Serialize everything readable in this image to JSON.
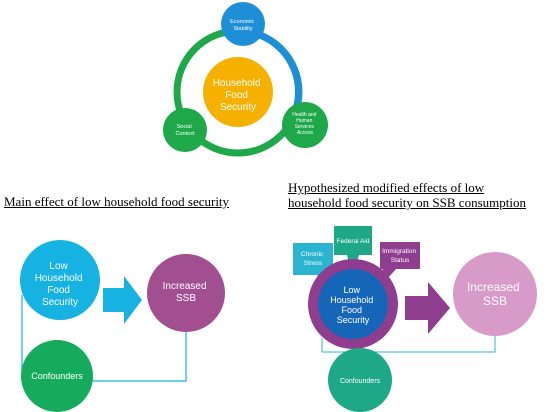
{
  "cycle": {
    "center": "Household Food Security",
    "nodes": {
      "economic": "Economic Stability",
      "health": "Health and Human Services Access",
      "social": "Social Context"
    },
    "colors": {
      "green": "#1fa84a",
      "blue": "#1e8fd6",
      "gold": "#f5b000"
    }
  },
  "main_effect": {
    "heading": "Main effect of low household food security",
    "exposure": "Low Household Food Security",
    "outcome": "Increased SSB",
    "confounders": "Confounders",
    "colors": {
      "cyan": "#15b2e2",
      "purple": "#a24f92",
      "green": "#16ab5c"
    }
  },
  "modified_effects": {
    "heading_line1": "Hypothesized modified effects of low",
    "heading_line2": "household food security on SSB consumption",
    "modifiers": {
      "chronic_stress": "Chronic Stress",
      "federal_aid": "Federal Aid",
      "immigration_status": "Immigration Status"
    },
    "exposure": "Low Household Food Security",
    "outcome": "Increased SSB",
    "confounders": "Confounders",
    "colors": {
      "cyan": "#2ab4cf",
      "green": "#1fa887",
      "plum": "#8f3d8f",
      "navy": "#1566b8",
      "pink": "#d79ac9"
    }
  }
}
